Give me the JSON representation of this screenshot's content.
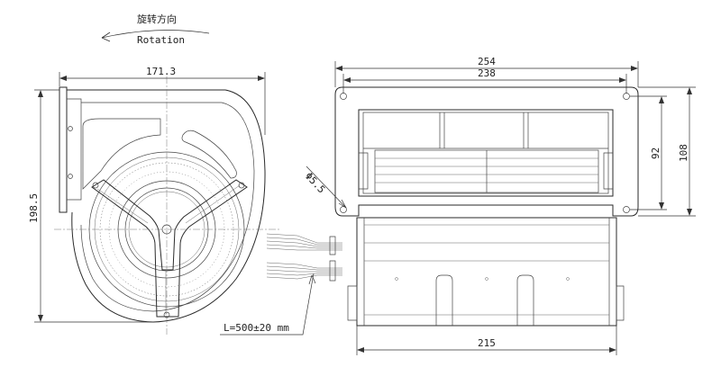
{
  "header": {
    "rotation_cn": "旋转方向",
    "rotation_en": "Rotation"
  },
  "dimensions": {
    "housing_width": "171.3",
    "housing_height": "198.5",
    "flange_total": "254",
    "hole_spacing": "238",
    "inner_height": "92",
    "flange_height": "108",
    "hole_diameter": "Φ5.5",
    "body_width": "215",
    "cable_length": "L=500±20 mm"
  }
}
